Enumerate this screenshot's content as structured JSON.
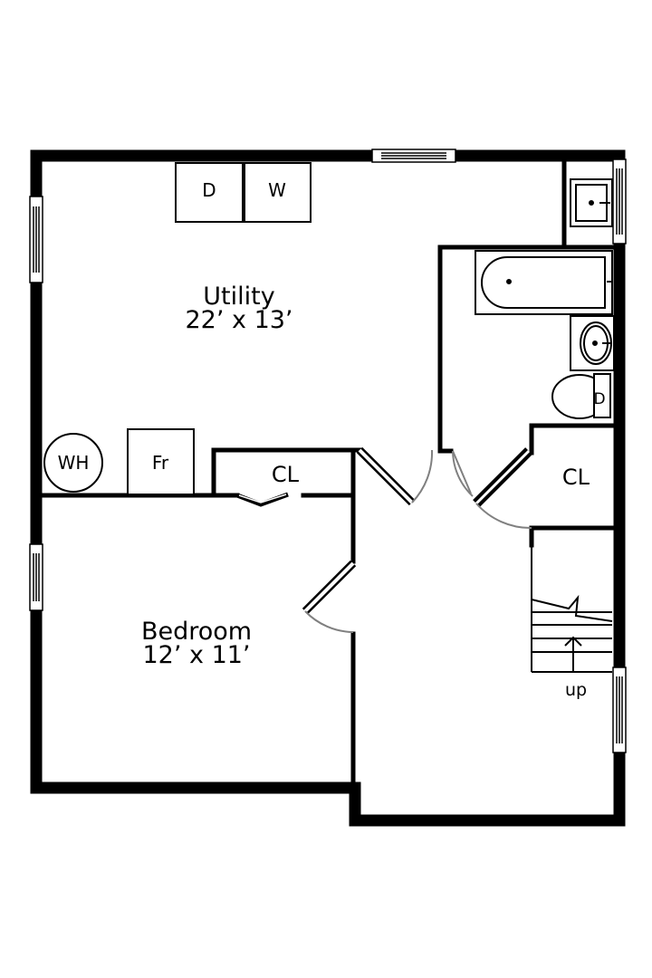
{
  "rooms": {
    "utility": {
      "name": "Utility",
      "dims": "22’ x 13’"
    },
    "bedroom": {
      "name": "Bedroom",
      "dims": "12’ x 11’"
    }
  },
  "closets": {
    "closet_1": "CL",
    "closet_2": "CL"
  },
  "appliances": {
    "dryer": "D",
    "washer": "W",
    "water_heater": "WH",
    "furnace": "Fr",
    "toilet_tag": "D"
  },
  "stairs": {
    "direction": "up"
  },
  "colors": {
    "wall": "#000000",
    "door_swing": "#808080",
    "background": "#ffffff"
  }
}
